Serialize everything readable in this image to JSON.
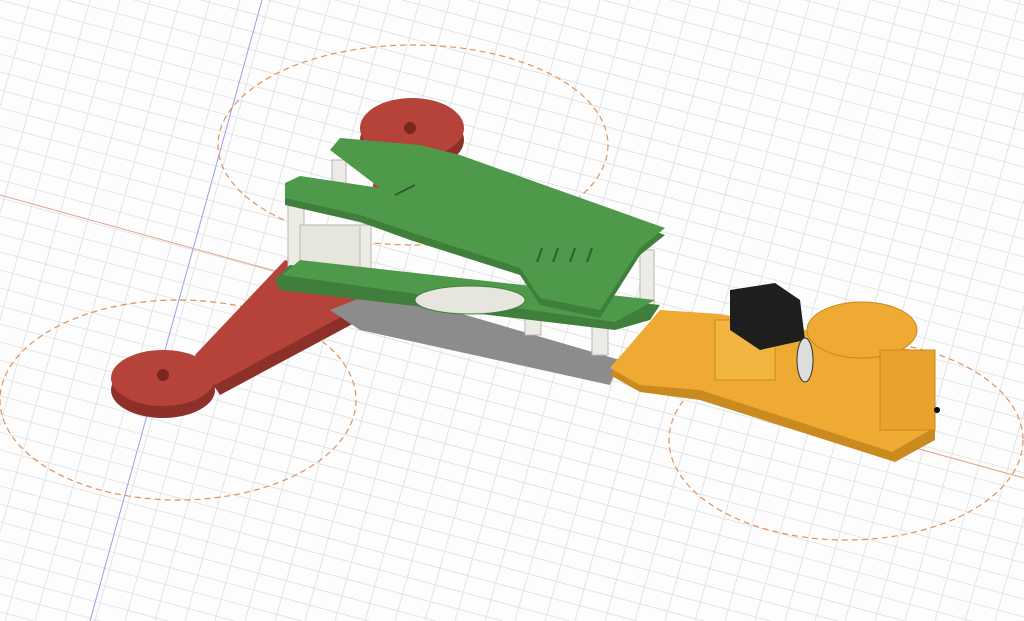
{
  "viewport": {
    "background": "#fdfdfd",
    "grid_color": "#dcdfe3",
    "x_axis_color": "#e8a090",
    "z_axis_color": "#9aa0e8",
    "prop_circle_color": "#e0925a"
  },
  "model": {
    "parts": [
      {
        "name": "rear-left-arm",
        "color": "#b5433a"
      },
      {
        "name": "front-left-arm",
        "color": "#b5433a"
      },
      {
        "name": "top-plate",
        "color": "#4f9a4a"
      },
      {
        "name": "bottom-plate",
        "color": "#8c8c8c"
      },
      {
        "name": "front-right-arm",
        "color": "#eeaa33"
      },
      {
        "name": "servo",
        "color": "#1e1e1e"
      },
      {
        "name": "standoffs",
        "color": "#ecebe6"
      }
    ]
  }
}
